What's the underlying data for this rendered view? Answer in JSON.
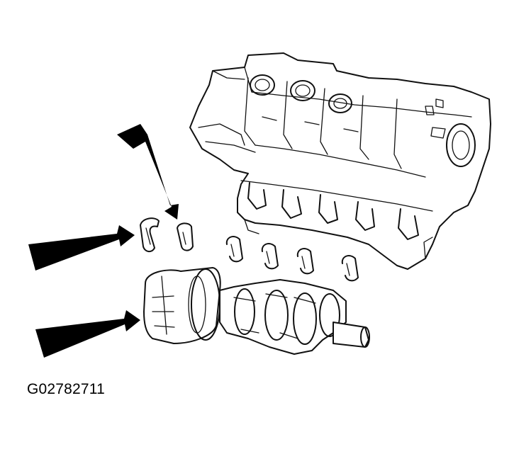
{
  "figure": {
    "id": "G02782711"
  },
  "components": {
    "engine_block": "engine-block",
    "crankshaft": "crankshaft",
    "thrust_washers": "thrust-washers",
    "main_bearings": "main-bearings"
  },
  "colors": {
    "ink": "#111111",
    "background": "#ffffff",
    "arrow_fill": "#000000"
  }
}
